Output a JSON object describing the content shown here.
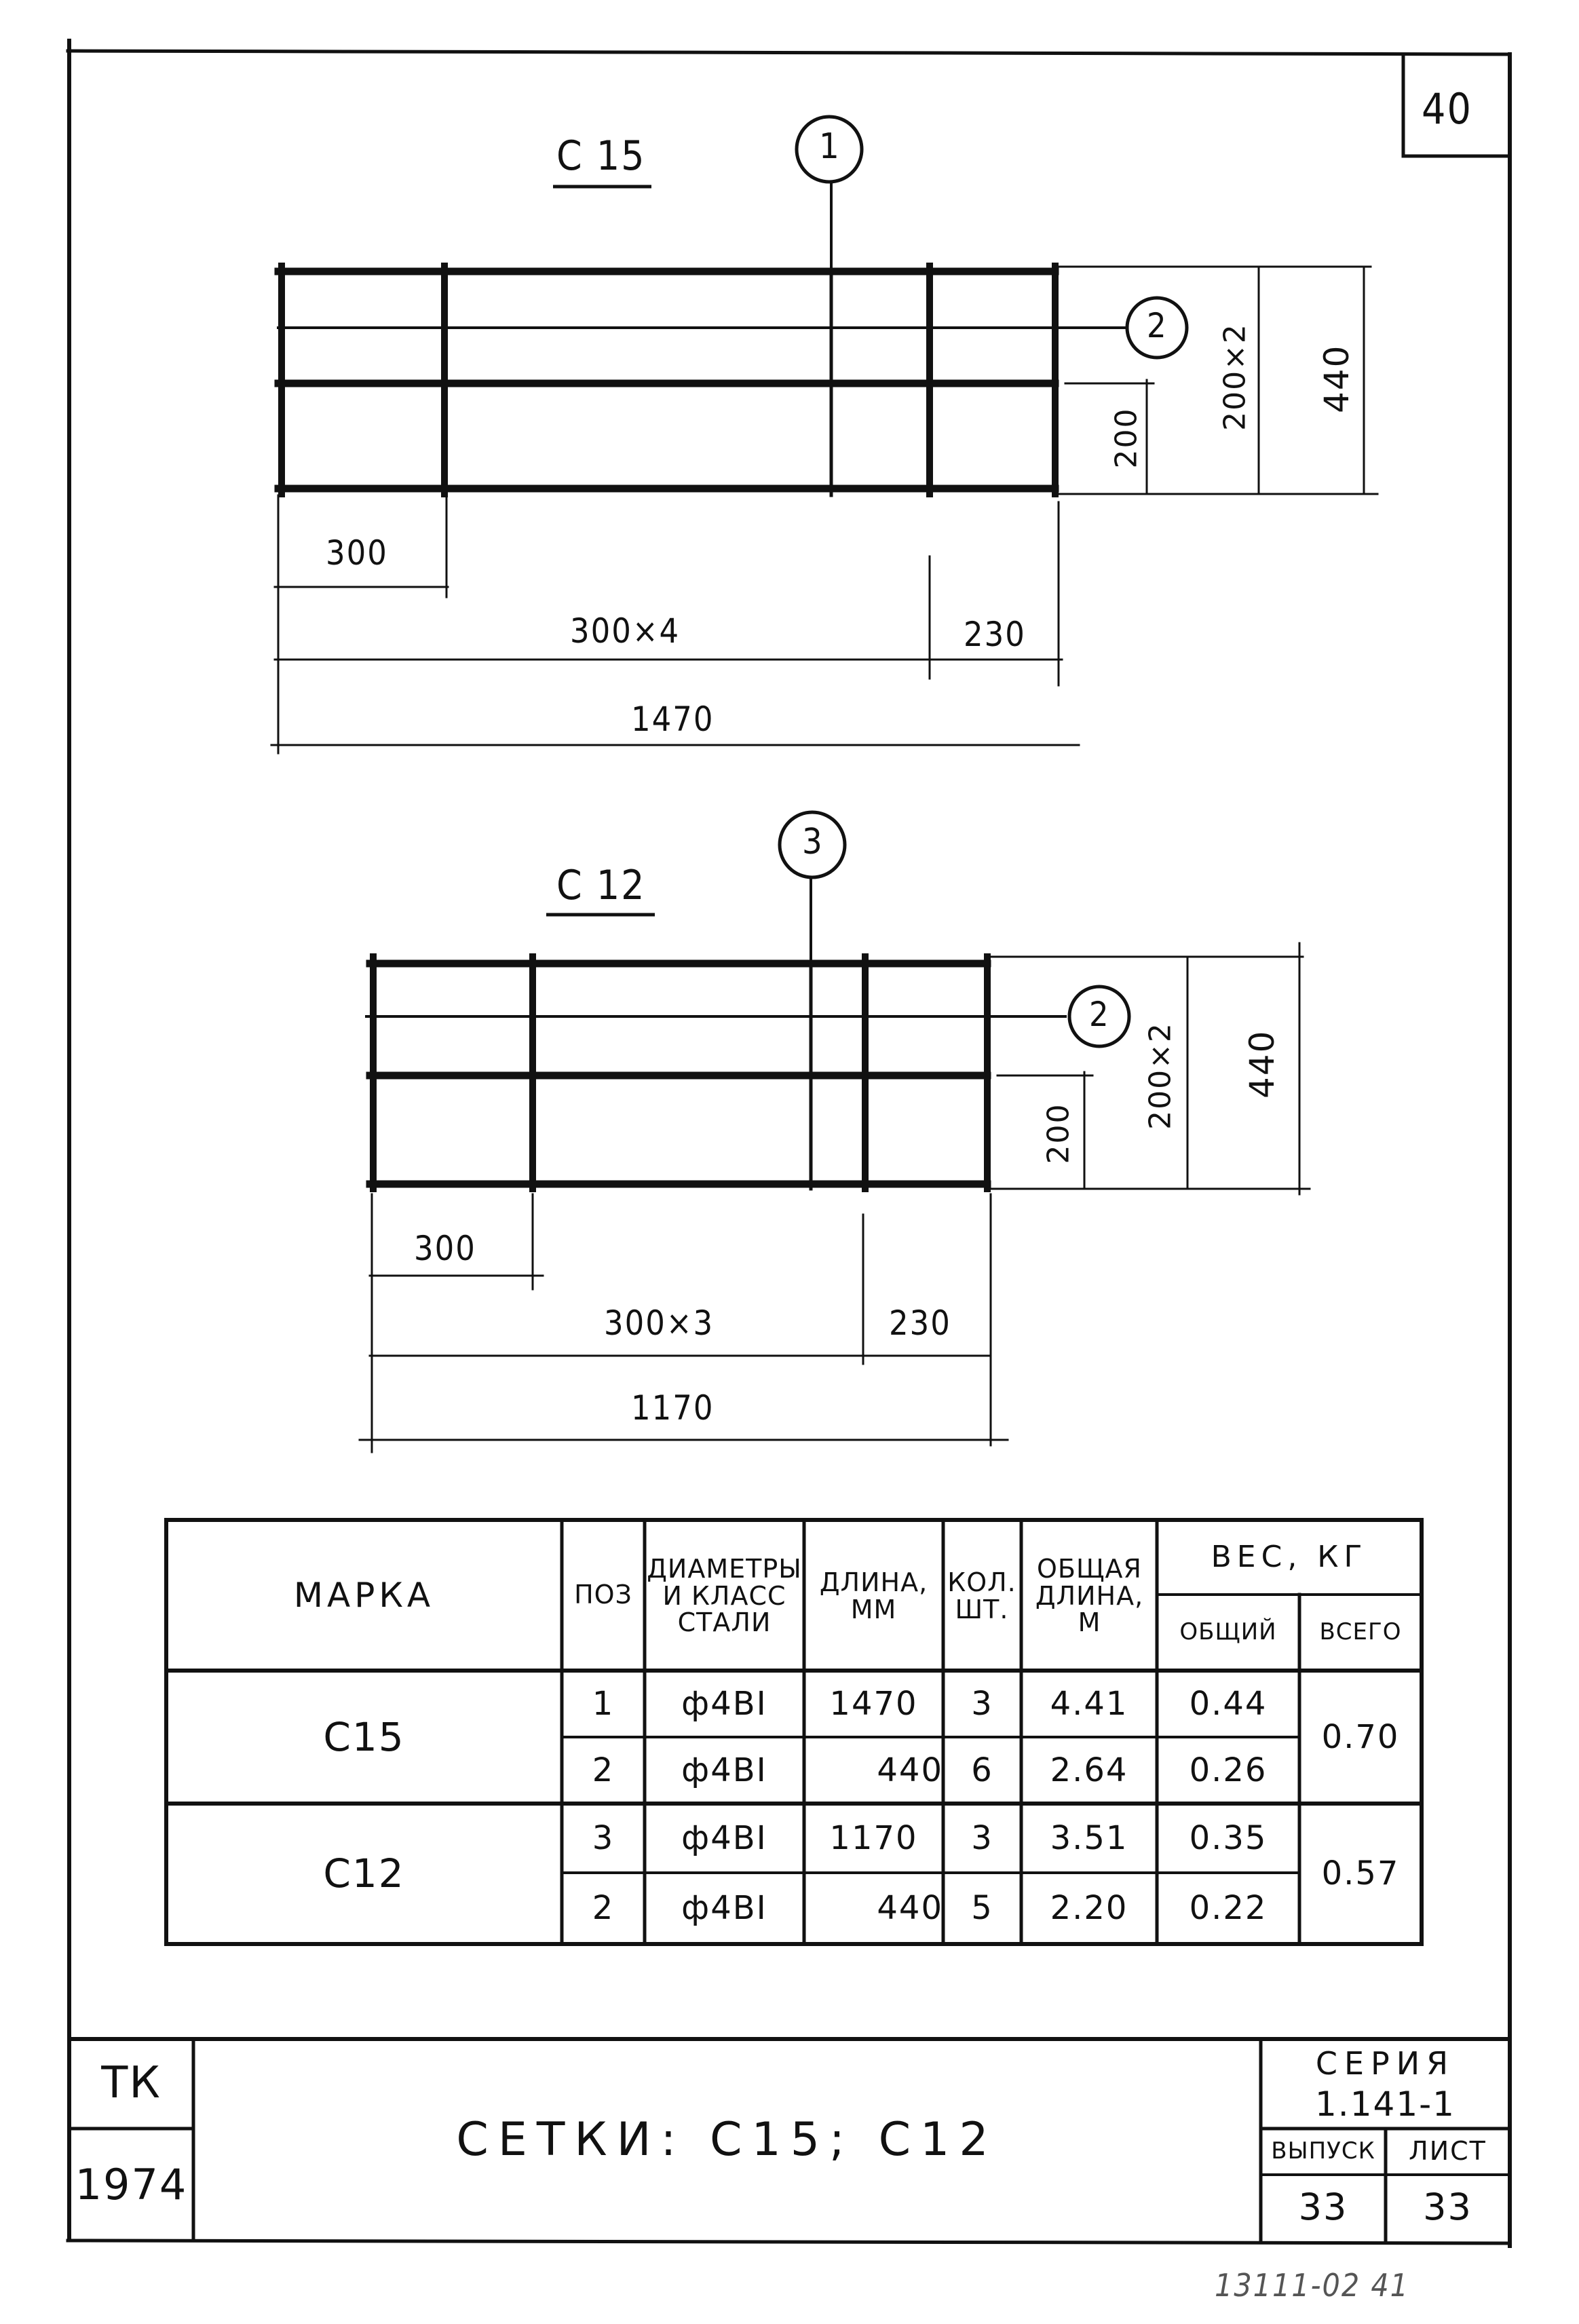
{
  "sheet_number": "40",
  "drawings": {
    "c15": {
      "title": "С 15",
      "pos_main": "1",
      "pos_cross": "2",
      "dims": {
        "first_bay": "300",
        "bays": "300×4",
        "last_bay": "230",
        "total": "1470",
        "v_spacing": "200",
        "v_total_spacing": "200×2",
        "width": "440"
      }
    },
    "c12": {
      "title": "С 12",
      "pos_main": "3",
      "pos_cross": "2",
      "dims": {
        "first_bay": "300",
        "bays": "300×3",
        "last_bay": "230",
        "total": "1170",
        "v_spacing": "200",
        "v_total_spacing": "200×2",
        "width": "440"
      }
    }
  },
  "spec_table": {
    "headers": {
      "mark": "МАРКА",
      "pos": "ПОЗ",
      "diameter": "ДИАМЕТРЫ И КЛАСС СТАЛИ",
      "length": "ДЛИНА, ММ",
      "qty": "КОЛ. ШТ.",
      "total_length": "ОБЩАЯ ДЛИНА, М",
      "weight": "ВЕС, КГ",
      "weight_each": "ОБЩИЙ",
      "weight_total": "ВСЕГО"
    },
    "groups": [
      {
        "mark": "С15",
        "total": "0.70",
        "rows": [
          {
            "pos": "1",
            "diameter": "ф4ВI",
            "length": "1470",
            "qty": "3",
            "total_length": "4.41",
            "weight": "0.44"
          },
          {
            "pos": "2",
            "diameter": "ф4ВI",
            "length": "440",
            "qty": "6",
            "total_length": "2.64",
            "weight": "0.26"
          }
        ]
      },
      {
        "mark": "С12",
        "total": "0.57",
        "rows": [
          {
            "pos": "3",
            "diameter": "ф4ВI",
            "length": "1170",
            "qty": "3",
            "total_length": "3.51",
            "weight": "0.35"
          },
          {
            "pos": "2",
            "diameter": "ф4ВI",
            "length": "440",
            "qty": "5",
            "total_length": "2.20",
            "weight": "0.22"
          }
        ]
      }
    ]
  },
  "title_block": {
    "org": "ТК",
    "year": "1974",
    "title": "СЕТКИ: С15; С12",
    "series_label": "СЕРИЯ",
    "series_value": "1.141-1",
    "issue_label": "ВЫПУСК",
    "issue_value": "33",
    "sheet_label": "ЛИСТ",
    "sheet_value": "33"
  },
  "footer_stamp": "13111-02 41"
}
